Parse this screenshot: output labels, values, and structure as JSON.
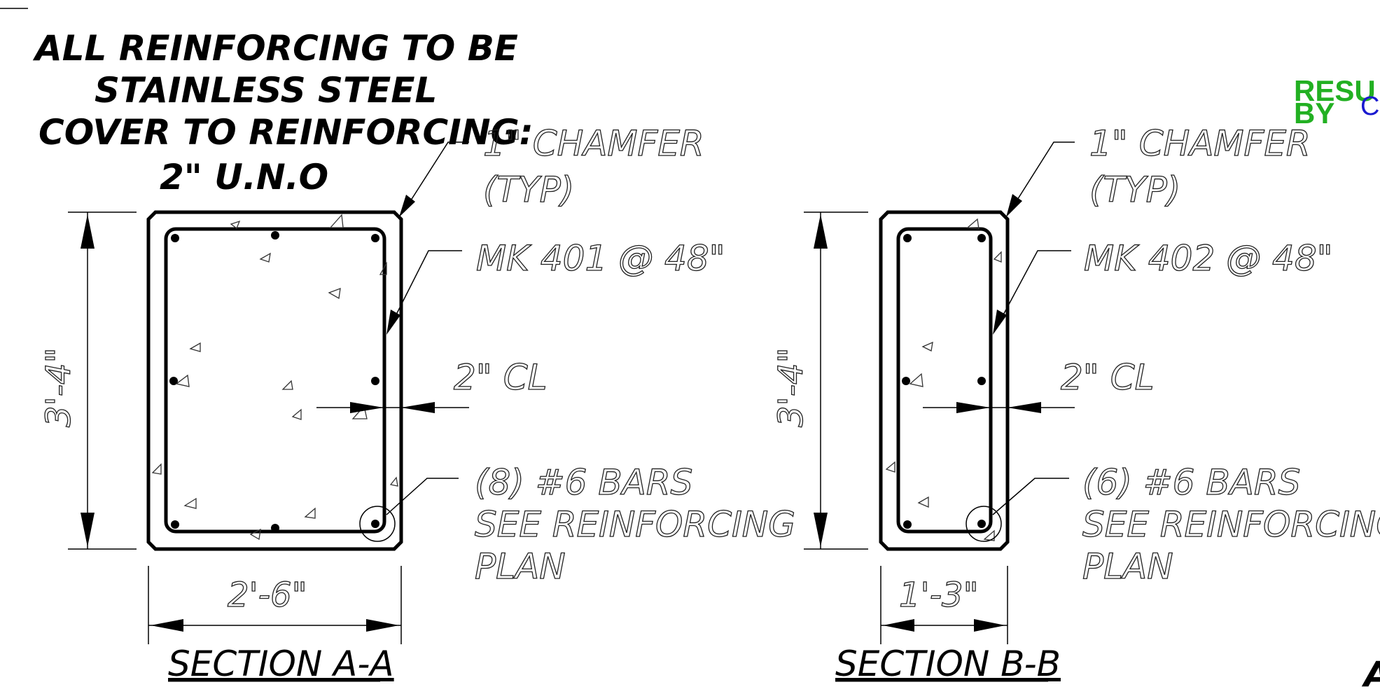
{
  "general_notes": [
    "ALL REINFORCING TO BE",
    "STAINLESS STEEL",
    "COVER TO REINFORCING:",
    "2\" U.N.O"
  ],
  "watermark": {
    "line1": "RESU",
    "line2_bold": "BY",
    "line2_rest": "C",
    "green": "#22b022",
    "blue": "#1a1ad0"
  },
  "corner_glyph": "A",
  "section_a": {
    "title": "SECTION A-A",
    "height_dim": "3'-4\"",
    "width_dim": "2'-6\"",
    "chamfer_label": [
      "1\" CHAMFER",
      "(TYP)"
    ],
    "stirrup_label": "MK 401 @ 48\"",
    "clear_label": "2\" CL",
    "bars_label": [
      "(8) #6 BARS",
      "SEE REINFORCING",
      "PLAN"
    ]
  },
  "section_b": {
    "title": "SECTION B-B",
    "height_dim": "3'-4\"",
    "width_dim": "1'-3\"",
    "chamfer_label": [
      "1\" CHAMFER",
      "(TYP)"
    ],
    "stirrup_label": "MK 402 @ 48\"",
    "clear_label": "2\" CL",
    "bars_label": [
      "(6) #6 BARS",
      "SEE REINFORCING",
      "PLAN"
    ]
  }
}
